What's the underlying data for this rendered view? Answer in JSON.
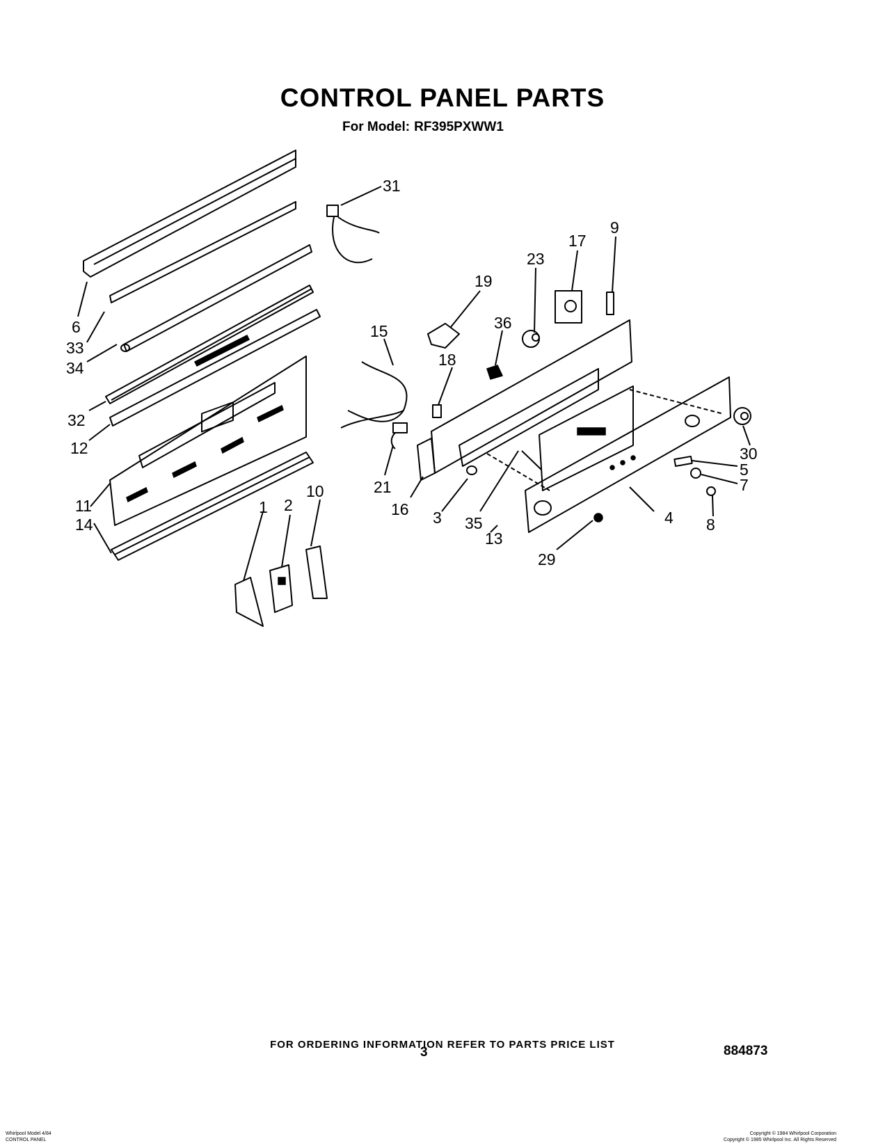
{
  "header": {
    "title": "CONTROL PANEL PARTS",
    "model_label": "For Model:",
    "model_number": "RF395PXWW1"
  },
  "callouts": [
    "31",
    "9",
    "17",
    "23",
    "19",
    "36",
    "15",
    "18",
    "6",
    "33",
    "34",
    "32",
    "12",
    "11",
    "14",
    "1",
    "2",
    "10",
    "21",
    "16",
    "3",
    "35",
    "13",
    "4",
    "29",
    "8",
    "7",
    "5",
    "30"
  ],
  "footer": {
    "ordering_note": "FOR ORDERING INFORMATION REFER TO PARTS PRICE LIST",
    "page_number": "3",
    "document_number": "884873",
    "left_line_1": "Whirlpool Model 4/84",
    "left_line_2": "CONTROL PANEL",
    "right_line_1": "Copyright © 1984 Whirlpool Corporation",
    "right_line_2": "Copyright © 1985 Whirlpool Inc. All Rights Reserved"
  },
  "colors": {
    "ink": "#000000",
    "paper": "#ffffff"
  }
}
